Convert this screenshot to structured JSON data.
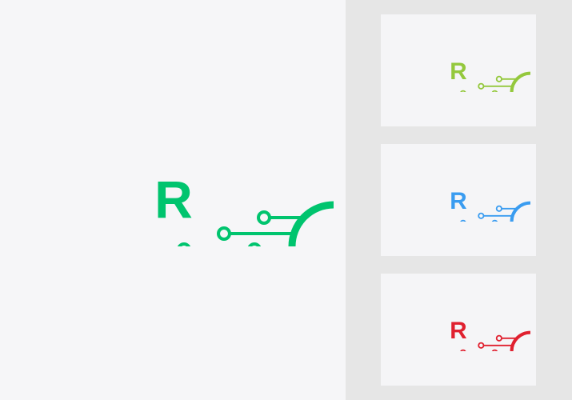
{
  "logo_letter": "R",
  "variants": [
    {
      "name": "green",
      "color": "#00c46e"
    },
    {
      "name": "lime",
      "color": "#94c83d"
    },
    {
      "name": "blue",
      "color": "#3a9cf0"
    },
    {
      "name": "red",
      "color": "#e0202f"
    }
  ]
}
